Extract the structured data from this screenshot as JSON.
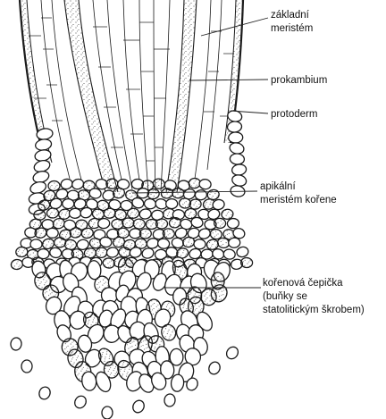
{
  "labels": {
    "zakladni_meristem": [
      "základní",
      "meristém"
    ],
    "prokambium": [
      "prokambium"
    ],
    "protoderm": [
      "protoderm"
    ],
    "apikalni_meristem": [
      "apikální",
      "meristém kořene"
    ],
    "korenova_cepicka": [
      "kořenová čepička",
      "(buňky se",
      "statolitickým škrobem)"
    ]
  }
}
